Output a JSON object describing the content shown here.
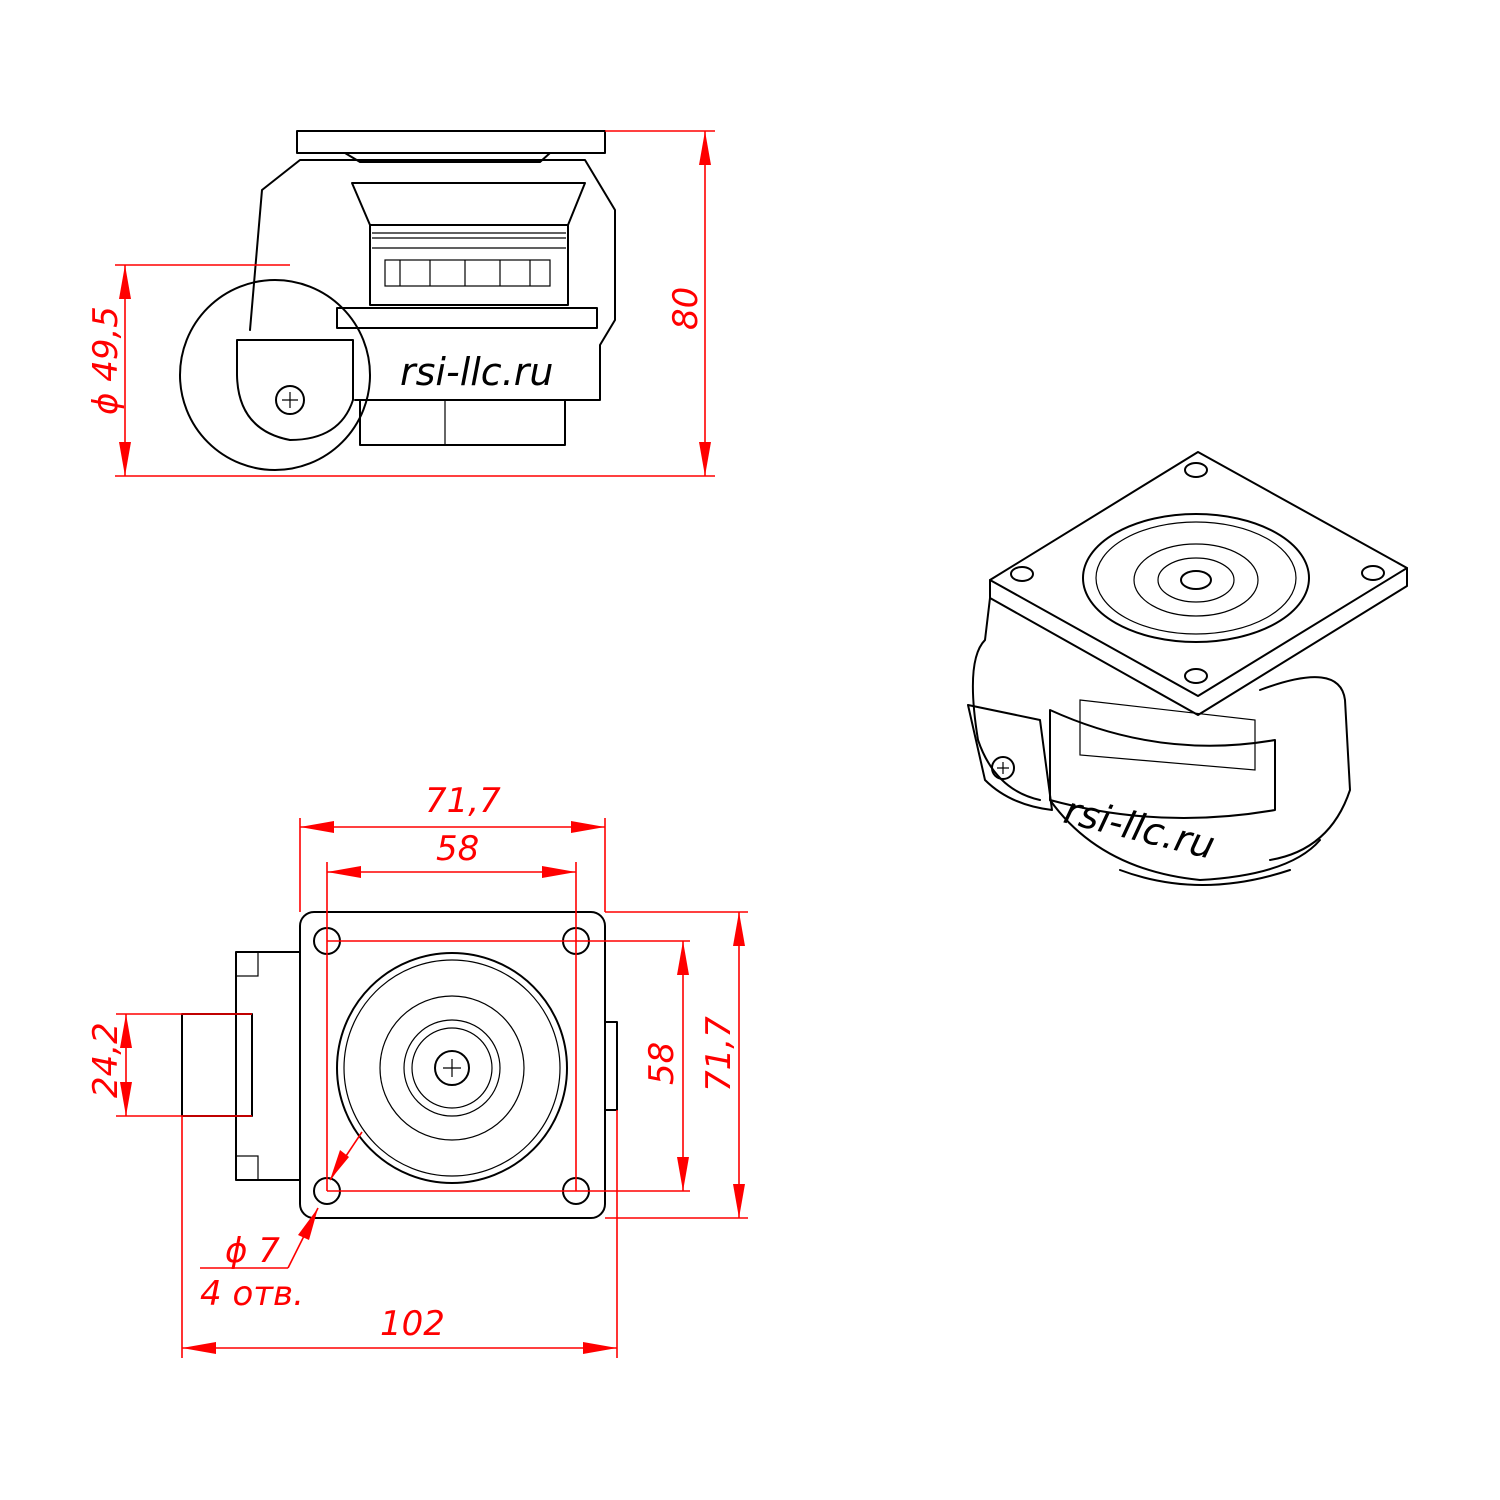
{
  "colors": {
    "line": "#000000",
    "dimension": "#ff0000",
    "background": "#ffffff"
  },
  "logo_text": "rsi-llc.ru",
  "dimensions": {
    "height": "80",
    "wheel_diameter": "ϕ 49,5",
    "plate_width": "71,7",
    "hole_spacing_x": "58",
    "hole_spacing_y": "58",
    "plate_height": "71,7",
    "wheel_width": "24,2",
    "overall_length": "102",
    "hole_diameter": "ϕ 7",
    "hole_count": "4 отв."
  }
}
